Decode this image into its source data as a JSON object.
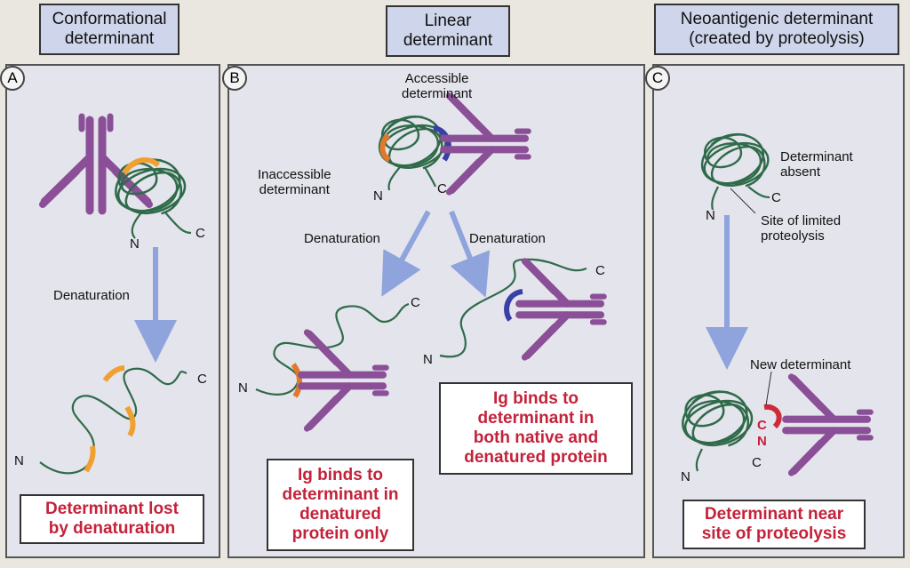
{
  "titles": {
    "conformational": [
      "Conformational",
      "determinant"
    ],
    "linear": [
      "Linear",
      "determinant"
    ],
    "neoantigenic": [
      "Neoantigenic determinant",
      "(created by proteolysis)"
    ]
  },
  "panels": {
    "a": {
      "letter": "A",
      "denaturation": "Denaturation",
      "n": "N",
      "c": "C",
      "n2": "N",
      "c2": "C",
      "result": [
        "Determinant lost",
        "by denaturation"
      ]
    },
    "b": {
      "letter": "B",
      "accessible": [
        "Accessible",
        "determinant"
      ],
      "inaccessible": [
        "Inaccessible",
        "determinant"
      ],
      "denaturation_left": "Denaturation",
      "denaturation_right": "Denaturation",
      "n": "N",
      "c": "C",
      "n2": "N",
      "c2": "C",
      "n3": "N",
      "c3": "C",
      "result_left": [
        "Ig binds to",
        "determinant in",
        "denatured",
        "protein only"
      ],
      "result_right": [
        "Ig binds to",
        "determinant in",
        "both native and",
        "denatured protein"
      ]
    },
    "c": {
      "letter": "C",
      "absent": [
        "Determinant",
        "absent"
      ],
      "site": [
        "Site of limited",
        "proteolysis"
      ],
      "new_determinant": "New determinant",
      "n": "N",
      "c": "C",
      "c2": "C",
      "n2": "N",
      "c3": "C",
      "n3": "N",
      "result": [
        "Determinant near",
        "site of proteolysis"
      ]
    }
  },
  "colors": {
    "antibody": "#8a4f96",
    "chain": "#2f6b4a",
    "conformational": "#f0a030",
    "inaccessible": "#e07a2a",
    "accessible": "#3a3fa8",
    "neo": "#d02a3a",
    "arrow": "#8fa3dc",
    "result_text": "#c4223a"
  }
}
